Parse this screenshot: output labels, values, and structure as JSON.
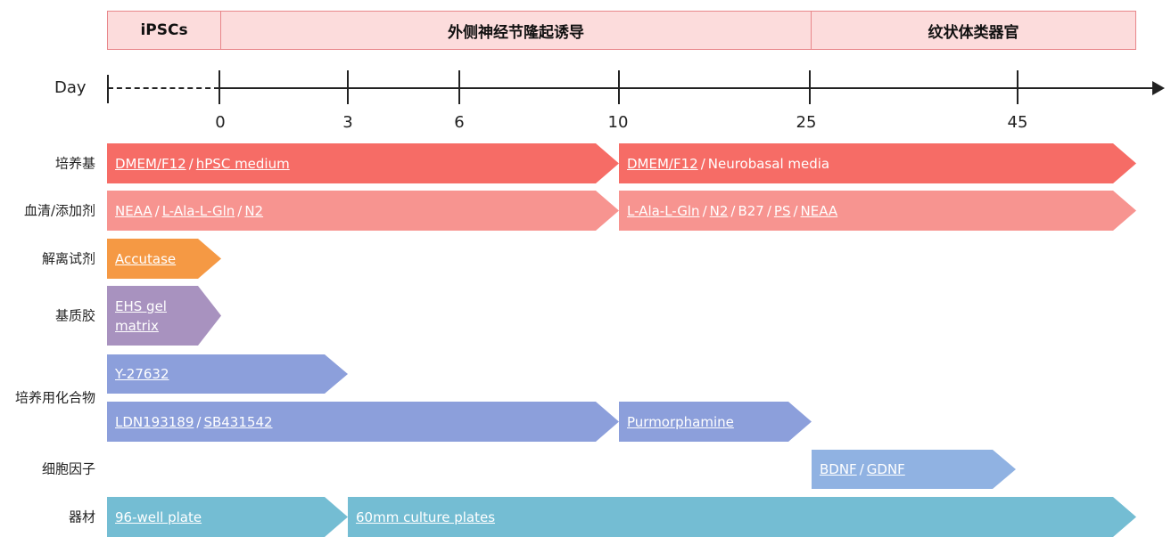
{
  "stages": [
    "iPSCs",
    "外侧神经节隆起诱导",
    "纹状体类器官"
  ],
  "axis": {
    "label": "Day",
    "ticks": [
      "0",
      "3",
      "6",
      "10",
      "25",
      "45"
    ]
  },
  "rows": {
    "medium": "培养基",
    "serum": "血清/添加剂",
    "dissociation": "解离试剂",
    "matrix": "基质胶",
    "compounds": "培养用化合物",
    "cytokines": "细胞因子",
    "equipment": "器材"
  },
  "bars": {
    "medium_1": [
      "DMEM/F12",
      "hPSC medium"
    ],
    "medium_2": [
      "DMEM/F12",
      "Neurobasal media"
    ],
    "serum_1": [
      "NEAA",
      "L-Ala-L-Gln",
      "N2"
    ],
    "serum_2": [
      "L-Ala-L-Gln",
      "N2",
      "B27",
      "PS",
      "NEAA"
    ],
    "dissociation_1": [
      "Accutase"
    ],
    "matrix_1": [
      "EHS gel matrix"
    ],
    "compounds_1": [
      "Y-27632"
    ],
    "compounds_2": [
      "LDN193189",
      "SB431542"
    ],
    "compounds_3": [
      "Purmorphamine"
    ],
    "cytokines_1": [
      "BDNF",
      "GDNF"
    ],
    "equipment_1": [
      "96-well plate"
    ],
    "equipment_2": [
      "60mm culture plates"
    ]
  },
  "colors": {
    "stage_fill": "#fcdcdc",
    "stage_border": "#e8868a",
    "medium": "#f66c66",
    "serum": "#f79490",
    "dissociation": "#f59944",
    "matrix": "#a892bf",
    "compounds": "#8c9fdb",
    "cytokines": "#90b2e2",
    "equipment": "#74bdd3"
  }
}
